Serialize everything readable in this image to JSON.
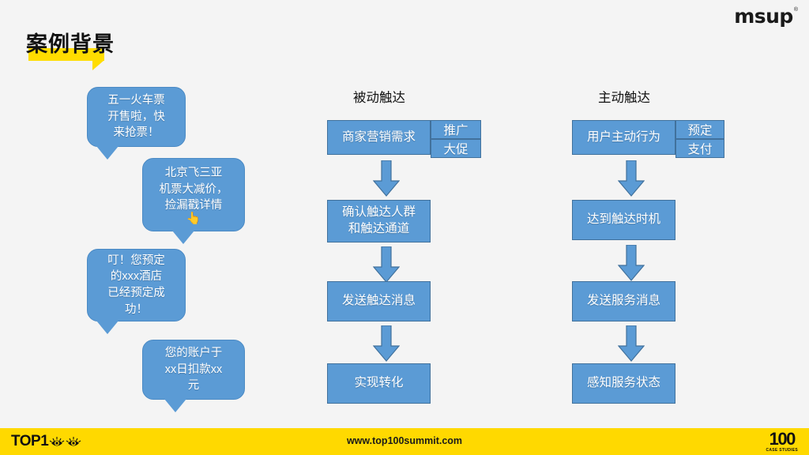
{
  "brand": {
    "logo_text": "msup",
    "logo_registered": "®"
  },
  "title": {
    "text": "案例背景",
    "highlight_color": "#ffdd00"
  },
  "colors": {
    "box_fill": "#5b9bd5",
    "box_border": "#41719c",
    "bubble_fill": "#5b9bd5",
    "accent_yellow": "#ffd900",
    "background": "#f4f4f4"
  },
  "bubbles": [
    {
      "text": "五一火车票\n开售啦，快\n来抢票！",
      "emoji": ""
    },
    {
      "text": "北京飞三亚\n机票大减价，\n捡漏戳详情",
      "emoji": "👆"
    },
    {
      "text": "叮！您预定\n的xxx酒店\n已经预定成\n功！",
      "emoji": ""
    },
    {
      "text": "您的账户于\nxx日扣款xx\n元",
      "emoji": ""
    }
  ],
  "columns": [
    {
      "heading": "被动触达",
      "first_box": "商家营销需求",
      "side_boxes": [
        "推广",
        "大促"
      ],
      "steps": [
        "确认触达人群\n和触达通道",
        "发送触达消息",
        "实现转化"
      ]
    },
    {
      "heading": "主动触达",
      "first_box": "用户主动行为",
      "side_boxes": [
        "预定",
        "支付"
      ],
      "steps": [
        "达到触达时机",
        "发送服务消息",
        "感知服务状态"
      ]
    }
  ],
  "footer": {
    "url": "www.top100summit.com",
    "left_logo": "TOP1",
    "right_logo_number": "100",
    "right_logo_sub": "CASE STUDIES"
  }
}
